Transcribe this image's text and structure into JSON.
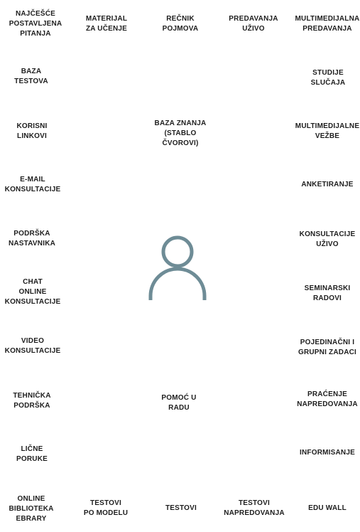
{
  "colors": {
    "text": "#1e1e1e",
    "icon": "#6e8c96",
    "background": "#ffffff"
  },
  "icons": {
    "center": "user-icon"
  },
  "labels": [
    {
      "id": "najcesce-postavljena-pitanja",
      "text": "NAJČEŠĆE\nPOSTAVLJENA\nPITANJA"
    },
    {
      "id": "materijal-za-ucenje",
      "text": "MATERIJAL\nZA UČENJE"
    },
    {
      "id": "recnik-pojmova",
      "text": "REČNIK\nPOJMOVA"
    },
    {
      "id": "predavanja-uzivo",
      "text": "PREDAVANJA\nUŽIVO"
    },
    {
      "id": "multimedijalna-predavanja",
      "text": "MULTIMEDIJALNA\nPREDAVANJA"
    },
    {
      "id": "baza-testova",
      "text": "BAZA\nTESTOVA"
    },
    {
      "id": "studije-slucaja",
      "text": "STUDIJE\nSLUČAJA"
    },
    {
      "id": "korisni-linkovi",
      "text": "KORISNI\nLINKOVI"
    },
    {
      "id": "baza-znanja",
      "text": "BAZA ZNANJA\n(STABLO\nČVOROVI)"
    },
    {
      "id": "multimedijalne-vezbe",
      "text": "MULTIMEDIJALNE\nVEŽBE"
    },
    {
      "id": "email-konsultacije",
      "text": "E-MAIL\nKONSULTACIJE"
    },
    {
      "id": "anketiranje",
      "text": "ANKETIRANJE"
    },
    {
      "id": "podrska-nastavnika",
      "text": "PODRŠKA\nNASTAVNIKA"
    },
    {
      "id": "konsultacije-uzivo",
      "text": "KONSULTACIJE\nUŽIVO"
    },
    {
      "id": "chat-online-konsultacije",
      "text": "CHAT\nONLINE\nKONSULTACIJE"
    },
    {
      "id": "seminarski-radovi",
      "text": "SEMINARSKI\nRADOVI"
    },
    {
      "id": "video-konsultacije",
      "text": "VIDEO\nKONSULTACIJE"
    },
    {
      "id": "pojedinacni-grupni-zadaci",
      "text": "POJEDINAČNI I\nGRUPNI ZADACI"
    },
    {
      "id": "tehnicka-podrska",
      "text": "TEHNIČKA\nPODRŠKA"
    },
    {
      "id": "pomoc-u-radu",
      "text": "POMOĆ U\nRADU"
    },
    {
      "id": "pracenje-napredovanja",
      "text": "PRAĆENJE\nNAPREDOVANJA"
    },
    {
      "id": "licne-poruke",
      "text": "LIČNE\nPORUKE"
    },
    {
      "id": "informisanje",
      "text": "INFORMISANJE"
    },
    {
      "id": "online-biblioteka",
      "text": "ONLINE\nBIBLIOTEKA\nEBRARY"
    },
    {
      "id": "testovi-po-modelu",
      "text": "TESTOVI\nPO MODELU"
    },
    {
      "id": "testovi",
      "text": "TESTOVI"
    },
    {
      "id": "testovi-napredovanja",
      "text": "TESTOVI\nNAPREDOVANJA"
    },
    {
      "id": "edu-wall",
      "text": "EDU WALL"
    }
  ]
}
